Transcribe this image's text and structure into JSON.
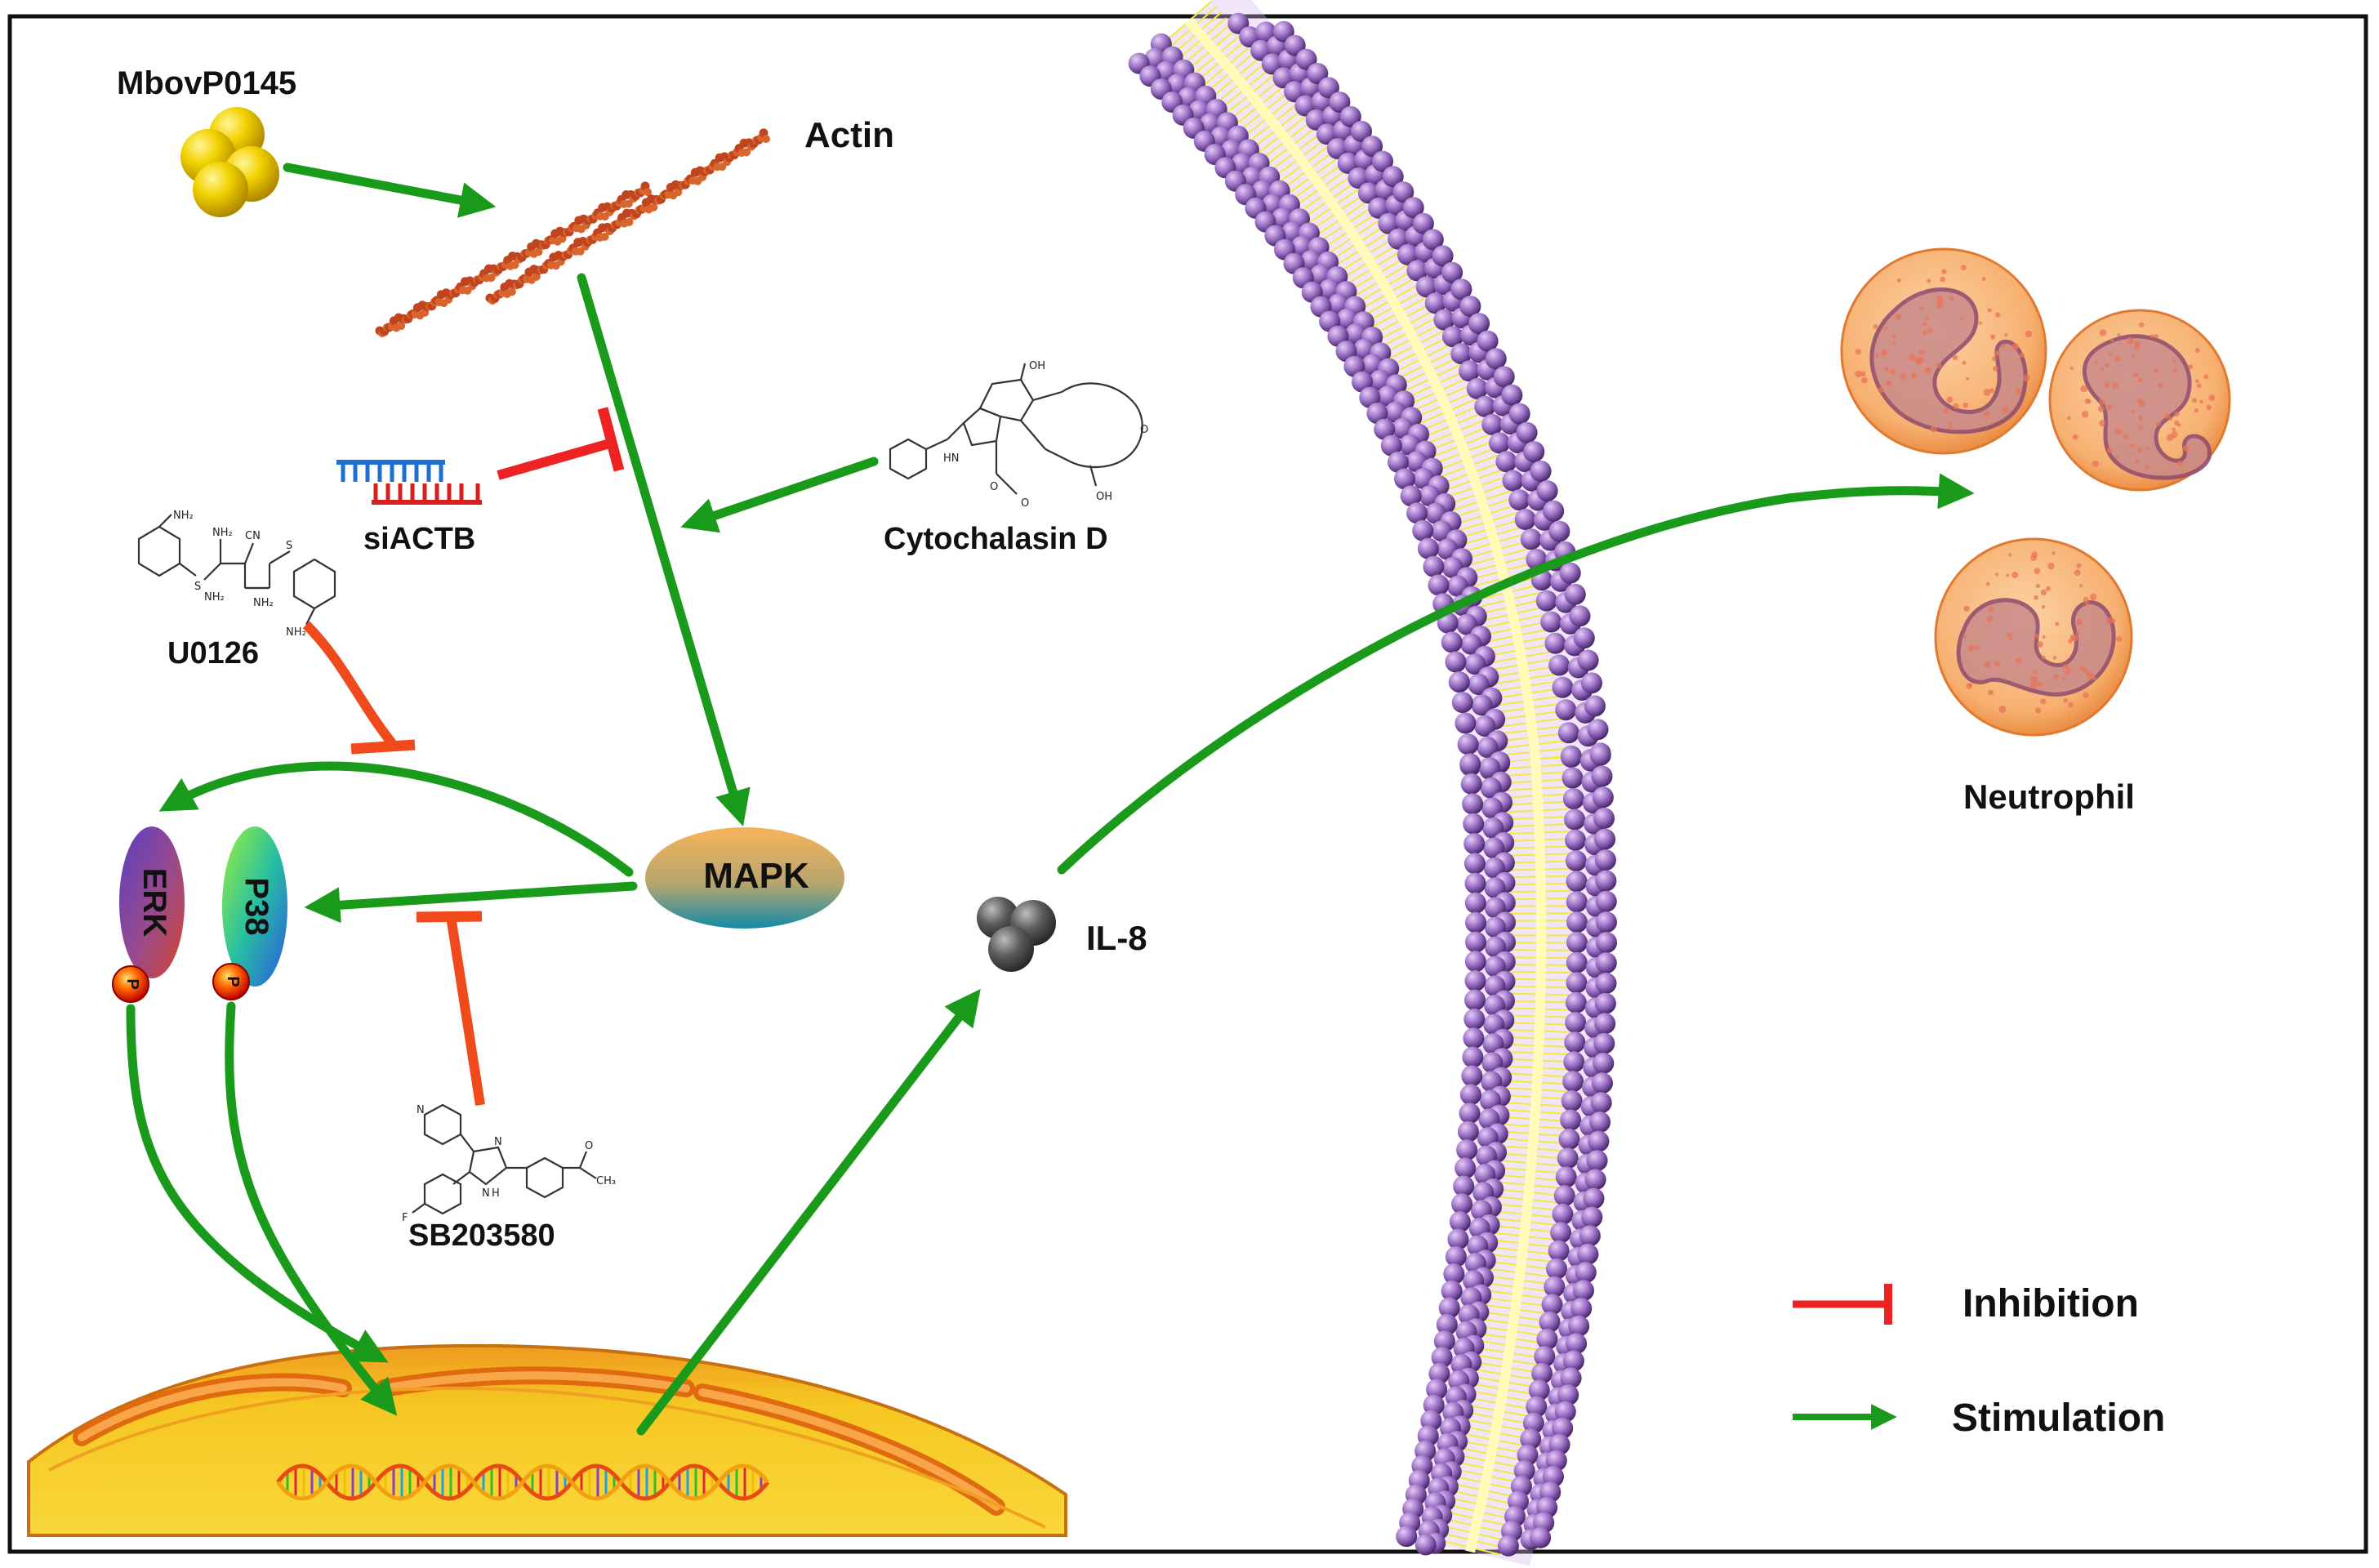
{
  "labels": {
    "mbov": "MbovP0145",
    "actin": "Actin",
    "siactb": "siACTB",
    "cytochalasin": "Cytochalasin D",
    "u0126": "U0126",
    "mapk": "MAPK",
    "erk": "ERK",
    "p38": "P38",
    "phospho": "P",
    "sb": "SB203580",
    "il8": "IL-8",
    "neutrophil": "Neutrophil"
  },
  "legend": {
    "inhibition": "Inhibition",
    "stimulation": "Stimulation"
  },
  "chem_text": {
    "nh2": "NH₂",
    "cn": "CN",
    "s": "S",
    "n": "N",
    "o": "O",
    "f": "F",
    "oh": "OH",
    "h": "H",
    "hn": "HN",
    "ch3": "CH₃"
  },
  "colors": {
    "stimulation": "#1a9a1a",
    "inhibition": "#ee2222",
    "inhibition_soft": "#f04a1c",
    "membrane_head": "#9b6fc4",
    "membrane_tail": "#f3ea3c",
    "actin": "#c0451e",
    "mbov": "#f0d000",
    "il8": "#555555",
    "nucleus": "#f4c21c",
    "neutrophil": "#f6b06a"
  }
}
